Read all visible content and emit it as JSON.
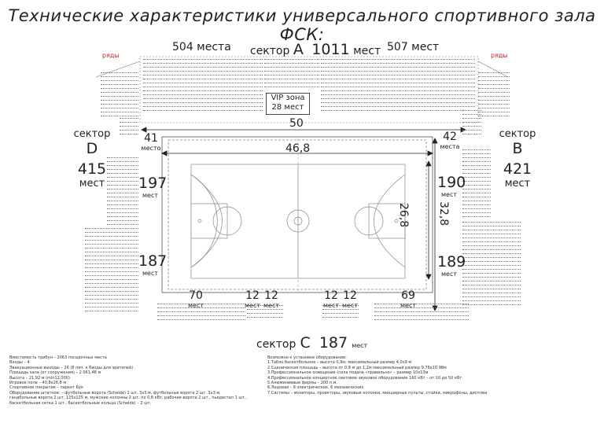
{
  "title": "Технические характеристики универсального спортивного зала ФСК:",
  "sector_a": {
    "label": "сектор",
    "letter": "А",
    "count": "1011",
    "unit": "мест",
    "left_count": "504 места",
    "right_count": "507 мест"
  },
  "rows_label_left": "ряды",
  "rows_label_right": "ряды",
  "vip": {
    "line1": "VIP зона",
    "line2": "28 мест"
  },
  "sector_d": {
    "label": "сектор",
    "letter": "D",
    "count": "415",
    "unit": "мест"
  },
  "sector_b": {
    "label": "сектор",
    "letter": "B",
    "count": "421",
    "unit": "мест"
  },
  "sector_c": {
    "label": "сектор",
    "letter": "С",
    "count": "187",
    "unit": "мест"
  },
  "blocks": {
    "d_top": {
      "count": "41",
      "unit": "место"
    },
    "d_mid": {
      "count": "197",
      "unit": "мест"
    },
    "d_low": {
      "count": "187",
      "unit": "мест"
    },
    "b_top": {
      "count": "42",
      "unit": "места"
    },
    "b_mid": {
      "count": "190",
      "unit": "мест"
    },
    "b_low": {
      "count": "189",
      "unit": "мест"
    },
    "c1": {
      "count": "70",
      "unit": "мест"
    },
    "c2": {
      "count": "12",
      "unit": "мест"
    },
    "c3": {
      "count": "12",
      "unit": "мест"
    },
    "c4": {
      "count": "12",
      "unit": "мест"
    },
    "c5": {
      "count": "12",
      "unit": "мест"
    },
    "c6": {
      "count": "69",
      "unit": "мест"
    }
  },
  "dimensions": {
    "outer_width": "50",
    "inner_width": "46,8",
    "inner_height": "26,8",
    "outer_height": "32,8"
  },
  "notes_left": [
    "Вместимость трибун – 2063 посадочных места",
    "Входы – 4",
    "Эвакуационные выходы – 26 (8 печ. к 6воды для зрителей)",
    "Площадь зала (от сооружения) – 2 061,48 м",
    "Высота – 21,92 м (min12,000)",
    "Игровое поле – 40,8х26,8 м",
    "Спортивное покрытие – паркет Бук",
    "Оборудование штатное: – футбольные ворота (Schelde) 2 шт. 3х3 м, футбольные ворота 2 шт. 3х3 м,",
    "  гандбольные ворота 2 шт. 125х125 м, мужские колонны 2 шт. по 0,8 кВт, рабочие ворота 2 шт., пьедестал 1 шт.,",
    "  баскетбольная сетка 1 шт., баскетбольные кольца (Schelde) – 2 шт."
  ],
  "notes_right": [
    "Возможно к установке оборудование:",
    "1.Табло баскетбольное – высота 0,9м; максимальный размер 4,0х9 м",
    "2.Сценическая площадь – высота от 0,9 м до 1,2м максимальный размер 9,76х10,98м",
    "3.Профессиональное освещение (сила подача «правильно» – размер 10х13м",
    "4.Профессиональное концертное световое звуковое оборудование 160 кВт – от 10 до 50 кВт",
    "5.Алюминиевые фермы – 200 п.м.",
    "6.Ледовая – 6 электрических, 6 механических",
    "7.Системы – мониторы, проекторы, звуковые колонки, микшерные пульты, стойки, микрофоны, дисплеи"
  ]
}
